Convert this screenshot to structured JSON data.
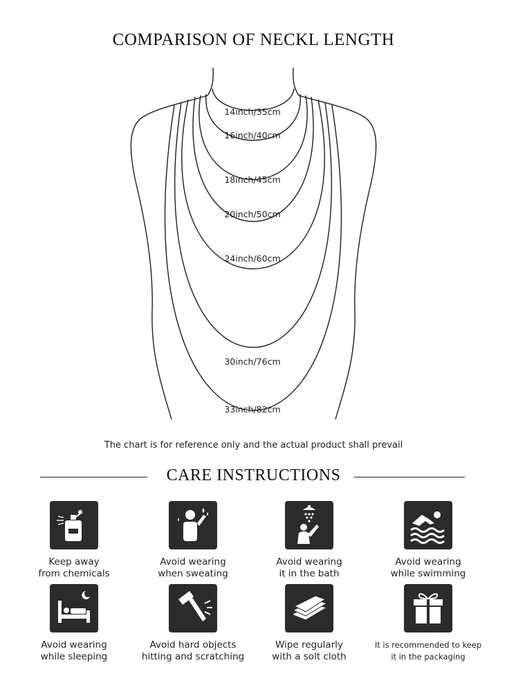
{
  "title": "COMPARISON OF NECKL LENGTH",
  "lengths": [
    "14inch/35cm",
    "16inch/40cm",
    "18inch/45cm",
    "20inch/50cm",
    "24inch/60cm",
    "30inch/76cm",
    "33inch/82cm"
  ],
  "note": "The chart is for reference only and the actual product shall prevail",
  "care": {
    "title": "CARE INSTRUCTIONS",
    "items": [
      {
        "icon": "perfume-icon",
        "line1": "Keep away",
        "line2": "from chemicals"
      },
      {
        "icon": "sweating-icon",
        "line1": "Avoid wearing",
        "line2": "when sweating"
      },
      {
        "icon": "shower-icon",
        "line1": "Avoid wearing",
        "line2": "it in the bath"
      },
      {
        "icon": "swimming-icon",
        "line1": "Avoid wearing",
        "line2": "while swimming"
      },
      {
        "icon": "bed-icon",
        "line1": "Avoid wearing",
        "line2": "while sleeping"
      },
      {
        "icon": "hammer-icon",
        "line1": "Avoid hard objects",
        "line2": "hitting and scratching"
      },
      {
        "icon": "cloth-icon",
        "line1": "Wipe regularly",
        "line2": "with a solt cloth"
      },
      {
        "icon": "gift-box-icon",
        "line1": "It is recommended to keep",
        "line2": "it in the packaging"
      }
    ]
  }
}
